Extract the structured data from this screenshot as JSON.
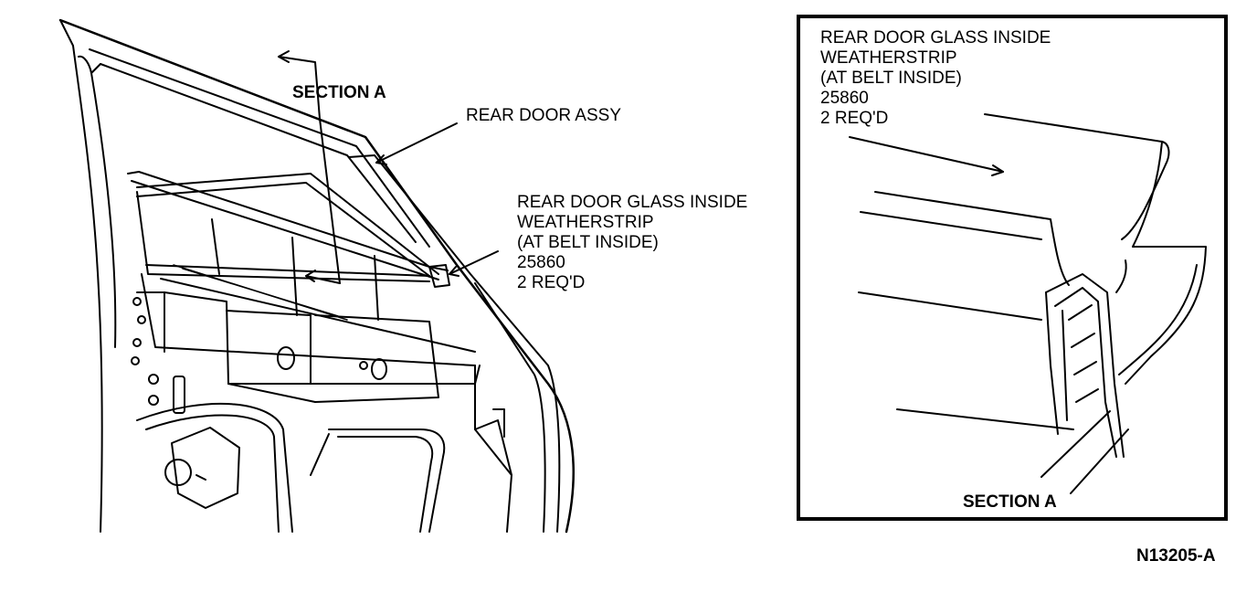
{
  "main_view": {
    "section_marker": "SECTION A",
    "assembly_label": "REAR DOOR ASSY",
    "weatherstrip_label": {
      "line1": "REAR DOOR GLASS INSIDE",
      "line2": "WEATHERSTRIP",
      "line3": "(AT BELT INSIDE)",
      "line4": "25860",
      "line5": "2 REQ'D"
    }
  },
  "section_view": {
    "weatherstrip_label": {
      "line1": "REAR DOOR GLASS INSIDE",
      "line2": "WEATHERSTRIP",
      "line3": "(AT BELT INSIDE)",
      "line4": "25860",
      "line5": "2 REQ'D"
    },
    "title": "SECTION A"
  },
  "figure_id": "N13205-A"
}
